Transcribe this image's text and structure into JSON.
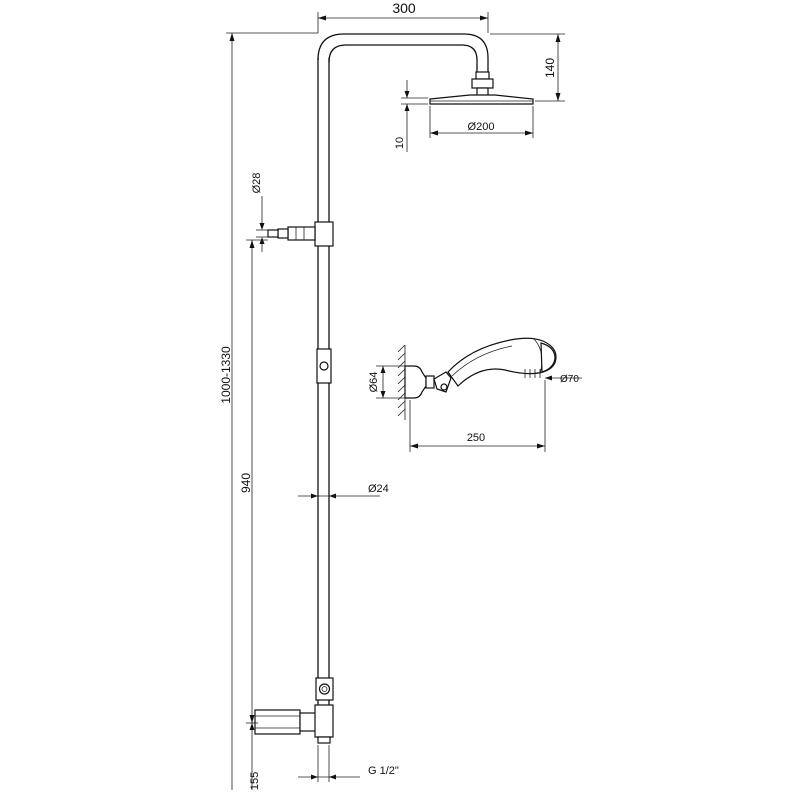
{
  "dimensions": {
    "arm_length": "300",
    "head_drop": "140",
    "head_diameter": "Ø200",
    "head_thickness": "10",
    "diverter_diameter": "Ø28",
    "total_height": "1000-1330",
    "diverter_height": "940",
    "pipe_diameter": "Ø24",
    "bracket_diameter": "Ø64",
    "handshower_length": "250",
    "handshower_diameter": "Ø70",
    "inlet_thread": "G 1/2\"",
    "inlet_height": "155"
  }
}
